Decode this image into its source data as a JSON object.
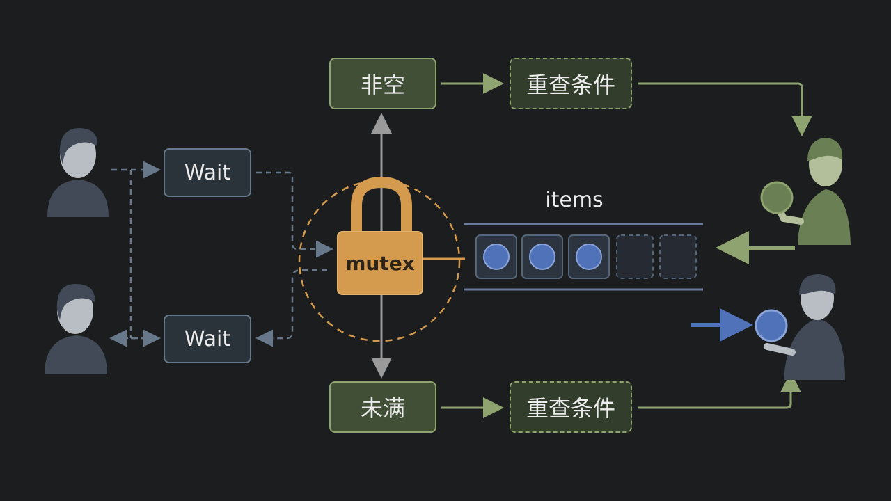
{
  "lock": {
    "label": "mutex"
  },
  "waits": {
    "top_label": "Wait",
    "bottom_label": "Wait"
  },
  "conditions": {
    "not_empty": "非空",
    "not_full": "未满"
  },
  "recheck": {
    "top": "重查条件",
    "bottom": "重查条件"
  },
  "queue": {
    "label": "items",
    "filled_slots": 3,
    "empty_slots": 2
  },
  "colors": {
    "background": "#1c1d1e",
    "wait_blue": "#66788a",
    "lock_orange": "#d49a4e",
    "condition_green": "#8ea36f",
    "item_blue": "#4f72b8"
  }
}
